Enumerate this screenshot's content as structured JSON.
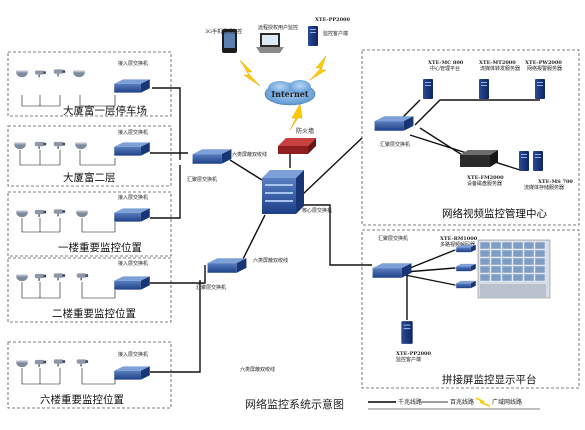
{
  "title": "网络监控系统示意图",
  "internet": {
    "label": "Internet"
  },
  "firewall": {
    "label": "防火墙"
  },
  "core_switch": {
    "label": "核心层交换机"
  },
  "aggregation_switch": {
    "label": "汇聚层交换机"
  },
  "access_switch": {
    "label": "接入层交换机"
  },
  "cable": {
    "label": "六类屏蔽双绞线"
  },
  "remote": {
    "phone": "3G手机视频监控",
    "laptop": "远程授权用户监控",
    "pp_server": "XTE-PP2000",
    "pp_label": "监控客户端"
  },
  "zones": [
    {
      "label": "大厦富一层停车场"
    },
    {
      "label": "大厦富二层"
    },
    {
      "label": "一楼重要监控位置"
    },
    {
      "label": "二楼重要监控位置"
    },
    {
      "label": "六楼重要监控位置"
    }
  ],
  "center": {
    "label": "网络视频监控管理中心",
    "aggregation": "汇聚层交换机",
    "servers": [
      {
        "model": "XTE-MC 800",
        "desc": "中心管理平台"
      },
      {
        "model": "XTE-MT2000",
        "desc": "流媒体转发服务器"
      },
      {
        "model": "XTE-PW2000",
        "desc": "网络报警服务器"
      },
      {
        "model": "XTE-FM2000",
        "desc": "设备磁盘服务器"
      },
      {
        "model": "XTE-MS 700",
        "desc": "流媒体存储服务器"
      }
    ]
  },
  "display": {
    "label": "拼接屏监控显示平台",
    "aggregation": "汇聚层交换机",
    "decoder": "XTE-RM1000",
    "decoder_desc": "多路视频解码器",
    "client": "XTE-PP2000",
    "client_desc": "监控客户端"
  },
  "legend": [
    {
      "label": "千兆线路",
      "color": "#000000"
    },
    {
      "label": "百兆线路",
      "color": "#000000"
    },
    {
      "label": "广域网线路",
      "color": "#ffcc00"
    }
  ]
}
